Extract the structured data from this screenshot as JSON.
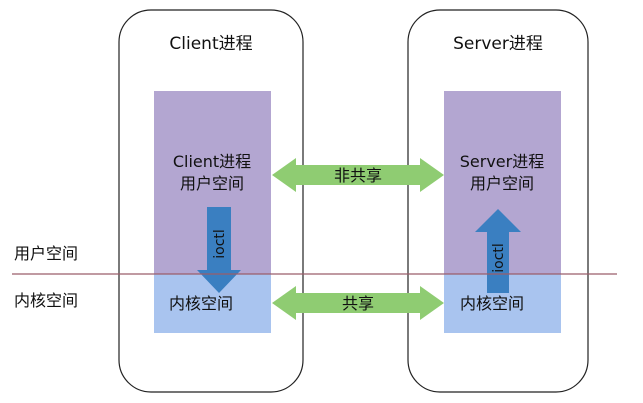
{
  "client": {
    "title": "Client进程",
    "user_space_line1": "Client进程",
    "user_space_line2": "用户空间",
    "kernel_space": "内核空间",
    "ioctl": "ioctl"
  },
  "server": {
    "title": "Server进程",
    "user_space_line1": "Server进程",
    "user_space_line2": "用户空间",
    "kernel_space": "内核空间",
    "ioctl": "ioctl"
  },
  "arrows": {
    "non_shared": "非共享",
    "shared": "共享"
  },
  "layers": {
    "user_space": "用户空间",
    "kernel_space": "内核空间"
  },
  "colors": {
    "user_space_fill": "#b3a6d1",
    "kernel_space_fill": "#a9c4ef",
    "horizontal_arrow": "#8fcc72",
    "ioctl_arrow": "#3a7fc1",
    "divider_line": "#9b5d6a"
  }
}
